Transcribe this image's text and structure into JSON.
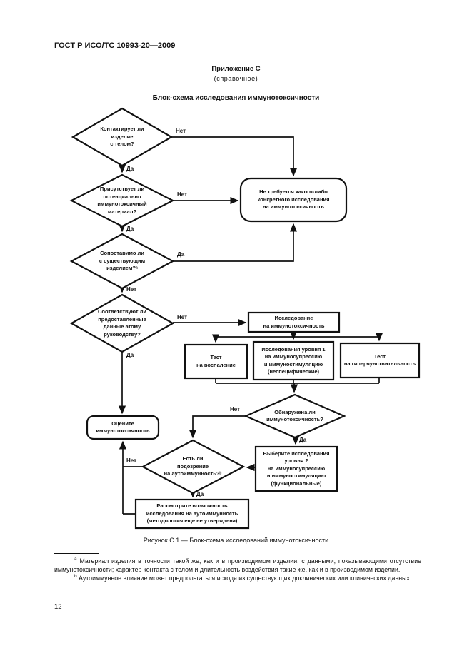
{
  "doc": {
    "header": "ГОСТ Р ИСО/ТС 10993-20—2009",
    "appendix_label": "Приложение С",
    "appendix_type": "(справочное)",
    "title": "Блок-схема исследования иммунотоксичности",
    "caption": "Рисунок С.1 — Блок-схема исследований иммунотоксичности",
    "page_number": "12"
  },
  "flowchart": {
    "nodes": {
      "q_contact": "Контактирует ли\nизделие\nс телом?",
      "q_material": "Присутствует ли\nпотенциально\nиммунотоксичный\nматериал?",
      "q_comparable": "Сопоставимо ли\nс существующим\nизделием?ᵃ",
      "q_data": "Соответствуют ли\nпредоставленные\nданные этому\nруководству?",
      "no_study": "Не требуется какого-либо\nконкретного исследования\nна иммунотоксичность",
      "study": "Исследование\nна иммунотоксичность",
      "test_inflammation": "Тест\nна воспаление",
      "level1": "Исследования уровня 1\nна иммуносупрессию\nи иммуностимуляцию\n(неспецифические)",
      "test_hypersensitivity": "Тест\nна гиперчувствительность",
      "q_detected": "Обнаружена ли\nиммунотоксичность?",
      "assess": "Оцените\nиммунотоксичность",
      "q_autoimmune": "Есть ли\nподозрение\nна аутоиммунность?ᵇ",
      "level2": "Выберите исследования\nуровня 2\nна иммуносупрессию\nи иммуностимуляцию\n(функциональные)",
      "consider_autoimmune": "Рассмотрите возможность\nисследования на аутоиммунность\n(методология еще не утверждена)"
    },
    "edge_labels": {
      "d1_no": "Нет",
      "d1_yes": "Да",
      "d2_no": "Нет",
      "d2_yes": "Да",
      "d3_yes": "Да",
      "d3_no": "Нет",
      "d4_no": "Нет",
      "d4_yes": "Да",
      "d5_no": "Нет",
      "d5_yes": "Да",
      "d6_no": "Нет",
      "d6_yes": "Да"
    }
  },
  "footnotes": [
    {
      "marker": "a",
      "text": "Материал изделия в точности такой же, как и в производимом изделии, с данными, показывающими отсутствие иммунотоксичности; характер контакта с телом и длительность воздействия такие же, как и в производимом изделии."
    },
    {
      "marker": "b",
      "text": "Аутоиммунное влияние может предполагаться исходя из существующих доклинических или клинических данных."
    }
  ]
}
